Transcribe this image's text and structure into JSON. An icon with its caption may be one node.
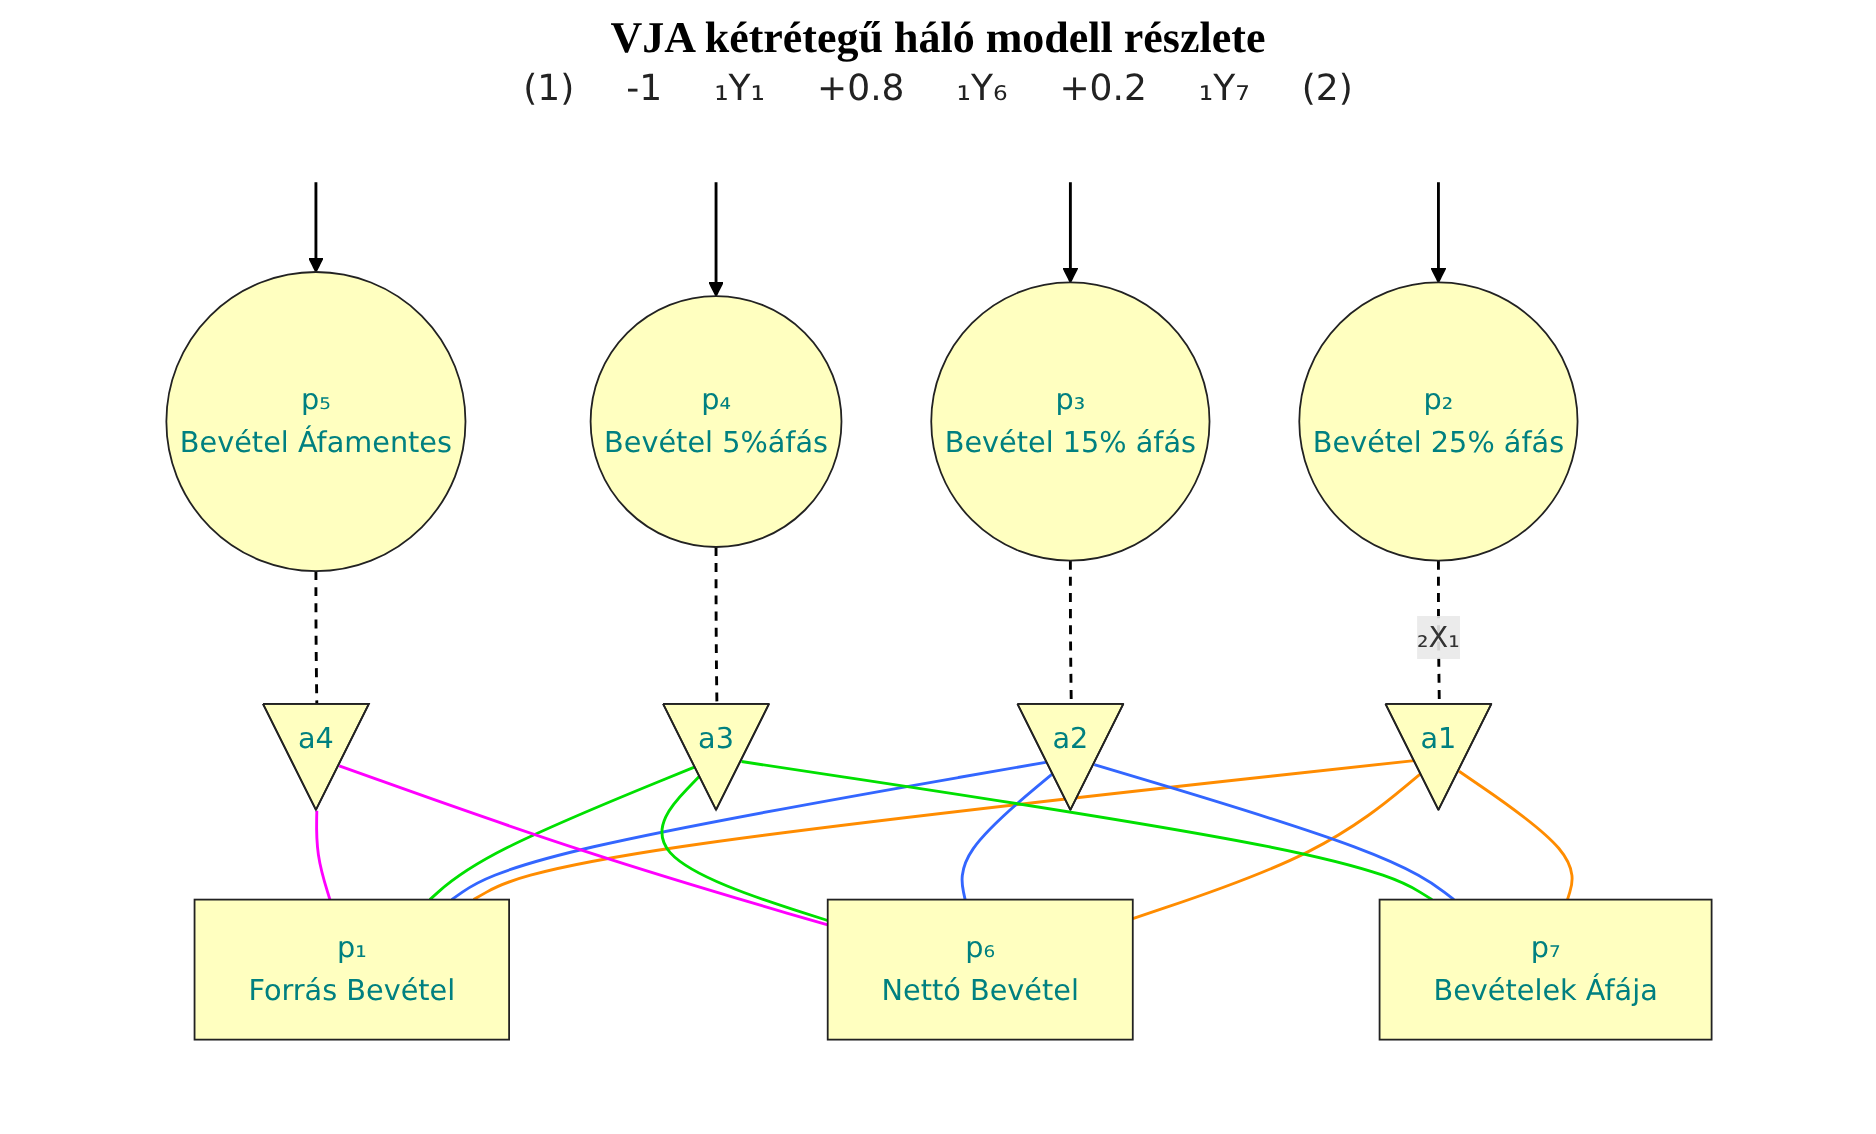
{
  "diagram": {
    "title": "VJA kétrétegű háló modell részlete",
    "nodes": [
      {
        "text": [
          "p₁",
          "Forrás Bevétel"
        ]
      },
      {
        "text": [
          "p₂",
          "Bevétel 25% áfás"
        ]
      },
      {
        "text": [
          "p₃",
          "Bevétel 15% áfás"
        ]
      },
      {
        "text": [
          "p₄",
          "Bevétel 5%áfás"
        ]
      },
      {
        "text": [
          "p₅",
          "Bevétel Áfamentes"
        ]
      },
      {
        "text": [
          "p₆",
          "Nettó Bevétel"
        ]
      },
      {
        "text": [
          "p₇",
          "Bevételek Áfája"
        ]
      },
      {
        "text": [
          "a1"
        ]
      },
      {
        "text": [
          "a2"
        ]
      },
      {
        "text": [
          "a3"
        ]
      },
      {
        "text": [
          "a4"
        ]
      }
    ],
    "edges": [
      {
        "from": null,
        "to": 1,
        "arrow": "to"
      },
      {
        "from": null,
        "to": 2,
        "arrow": "to"
      },
      {
        "from": null,
        "to": 3,
        "arrow": "to"
      },
      {
        "from": null,
        "to": 4,
        "arrow": "to"
      },
      {
        "from": 1,
        "to": 7,
        "arrow": "none",
        "style": "dashed",
        "label": "₂X₁"
      },
      {
        "from": 2,
        "to": 8,
        "arrow": "none",
        "style": "dashed"
      },
      {
        "from": 3,
        "to": 9,
        "arrow": "none",
        "style": "dashed"
      },
      {
        "from": 4,
        "to": 10,
        "arrow": "none",
        "style": "dashed"
      },
      {
        "from": 7,
        "to": 0,
        "arrow": "none",
        "color": "#ff8c00"
      },
      {
        "from": 7,
        "to": 5,
        "arrow": "none",
        "color": "#ff8c00"
      },
      {
        "from": 7,
        "to": 6,
        "arrow": "none",
        "color": "#ff8c00"
      },
      {
        "from": 8,
        "to": 0,
        "arrow": "none",
        "color": "#3366ff"
      },
      {
        "from": 8,
        "to": 5,
        "arrow": "none",
        "color": "#3366ff"
      },
      {
        "from": 8,
        "to": 6,
        "arrow": "none",
        "color": "#3366ff"
      },
      {
        "from": 9,
        "to": 0,
        "arrow": "none",
        "color": "#00e000"
      },
      {
        "from": 9,
        "to": 5,
        "arrow": "none",
        "color": "#00e000"
      },
      {
        "from": 9,
        "to": 6,
        "arrow": "none",
        "color": "#00e000"
      },
      {
        "from": 10,
        "to": 0,
        "arrow": "none",
        "color": "#ff00ff"
      },
      {
        "from": 10,
        "to": 5,
        "arrow": "none",
        "color": "#ff00ff"
      }
    ],
    "labels": [
      "(1)",
      "-1",
      "₁Y₁",
      "+0.8",
      "₁Y₆",
      "+0.2",
      "₁Y₇",
      "(2)"
    ]
  }
}
